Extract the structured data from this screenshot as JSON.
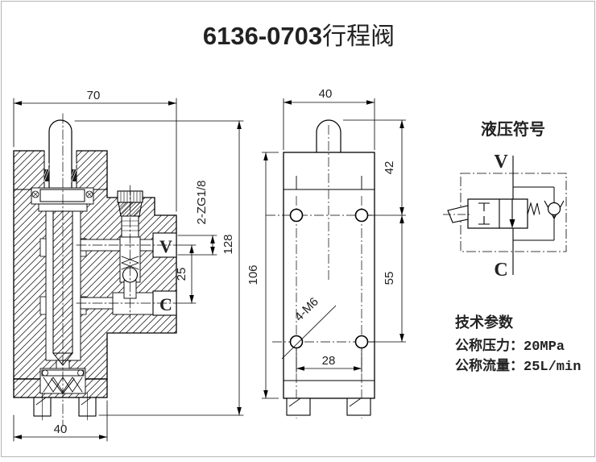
{
  "title": {
    "code": "6136-0703",
    "name": "行程阀"
  },
  "side_view": {
    "dim_width": "70",
    "dim_height": "128",
    "dim_base": "40",
    "dim_port_spacing": "25",
    "thread_label": "2-ZG1/8",
    "port_v": "V",
    "port_c": "C"
  },
  "front_view": {
    "dim_width": "40",
    "dim_height": "106",
    "dim_top_to_hole": "42",
    "dim_hole_span_v": "55",
    "dim_hole_span_h": "28",
    "holes_label": "4-M6"
  },
  "symbol": {
    "title": "液压符号",
    "port_top": "V",
    "port_bottom": "C"
  },
  "specs": {
    "heading": "技术参数",
    "pressure_label": "公称压力：",
    "pressure_value": "20MPa",
    "flow_label": "公称流量：",
    "flow_value": "25L/min"
  }
}
